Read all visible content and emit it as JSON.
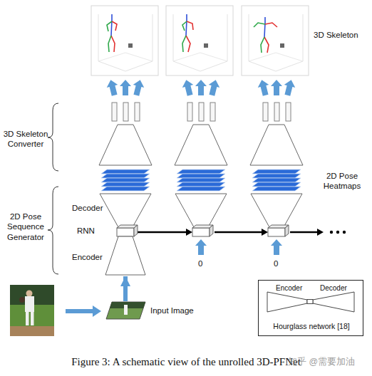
{
  "diagram": {
    "caption": "Figure 3: A schematic view of the unrolled 3D-PFNet",
    "nodes": [
      {
        "text": [
          "Decoder"
        ]
      },
      {
        "text": [
          "RNN"
        ]
      },
      {
        "text": [
          "Encoder"
        ]
      },
      {
        "text": [
          "Input Image"
        ]
      },
      {
        "text": [
          "Encoder",
          "Decoder",
          "Hourglass network [18]"
        ]
      }
    ],
    "edges": [
      {
        "from": 3,
        "to": 2,
        "arrow": "to"
      }
    ],
    "labels": [
      "3D Skeleton",
      "3D Skeleton Converter",
      "2D Pose Heatmaps",
      "2D Pose Sequence Generator",
      "0",
      "0",
      "知乎 @需要加油"
    ]
  }
}
